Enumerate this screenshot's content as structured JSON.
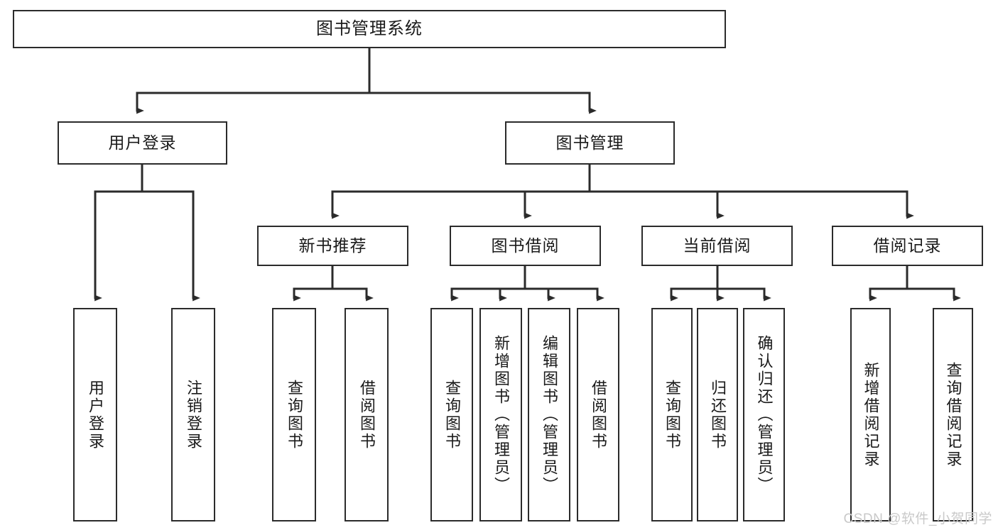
{
  "diagram": {
    "title": "图书管理系统",
    "type": "tree",
    "watermark": "CSDN @软件_小贺同学",
    "colors": {
      "stroke": "#2b2b2b",
      "fill": "#ffffff",
      "text": "#1a1a1a",
      "watermark": "#c9c9c9"
    },
    "nodes": {
      "root": {
        "label": "图书管理系统"
      },
      "level1": [
        {
          "label": "用户登录"
        },
        {
          "label": "图书管理"
        }
      ],
      "level2": [
        {
          "label": "新书推荐"
        },
        {
          "label": "图书借阅"
        },
        {
          "label": "当前借阅"
        },
        {
          "label": "借阅记录"
        }
      ],
      "leaves_user_login": [
        {
          "label": "用户登录"
        },
        {
          "label": "注销登录"
        }
      ],
      "leaves_new_book": [
        {
          "label": "查询图书"
        },
        {
          "label": "借阅图书"
        }
      ],
      "leaves_borrow": [
        {
          "label": "查询图书"
        },
        {
          "label": "新增图书（管理员）"
        },
        {
          "label": "编辑图书（管理员）"
        },
        {
          "label": "借阅图书"
        }
      ],
      "leaves_current": [
        {
          "label": "查询图书"
        },
        {
          "label": "归还图书"
        },
        {
          "label": "确认归还（管理员）"
        }
      ],
      "leaves_record": [
        {
          "label": "新增借阅记录"
        },
        {
          "label": "查询借阅记录"
        }
      ]
    }
  }
}
